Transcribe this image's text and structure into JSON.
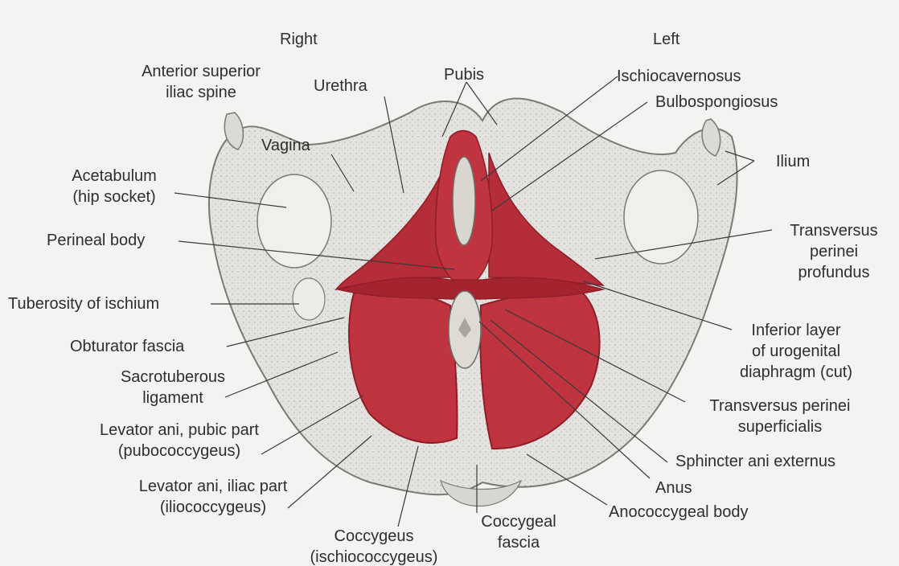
{
  "diagram": {
    "side_labels": {
      "right": "Right",
      "left": "Left"
    },
    "labels": {
      "asis": [
        "Anterior superior",
        "iliac spine"
      ],
      "urethra": "Urethra",
      "pubis": "Pubis",
      "ischiocavernosus": "Ischiocavernosus",
      "bulbospongiosus": "Bulbospongiosus",
      "vagina": "Vagina",
      "ilium": "Ilium",
      "acetabulum": [
        "Acetabulum",
        "(hip socket)"
      ],
      "perineal_body": "Perineal body",
      "transversus_profundus": [
        "Transversus",
        "perinei",
        "profundus"
      ],
      "tuberosity": "Tuberosity of ischium",
      "obturator_fascia": "Obturator fascia",
      "inferior_layer": [
        "Inferior layer",
        "of urogenital",
        "diaphragm (cut)"
      ],
      "sacrotuberous": [
        "Sacrotuberous",
        "ligament"
      ],
      "transversus_superficialis": [
        "Transversus perinei",
        "superficialis"
      ],
      "levator_pubic": [
        "Levator ani, pubic part",
        "(pubococcygeus)"
      ],
      "sphincter": "Sphincter ani externus",
      "levator_iliac": [
        "Levator ani, iliac part",
        "(iliococcygeus)"
      ],
      "anus": "Anus",
      "anococcygeal": "Anococcygeal body",
      "coccygeal_fascia": [
        "Coccygeal",
        "fascia"
      ],
      "coccygeus": [
        "Coccygeus",
        "(ischiococcygeus)"
      ]
    },
    "colors": {
      "muscle": "#c0343f",
      "muscle_dark": "#8e1d28",
      "bone": "#e4e3df",
      "bone_shade": "#b9b7b1",
      "line": "#3a3a3a",
      "background": "#f3f3f1"
    }
  }
}
